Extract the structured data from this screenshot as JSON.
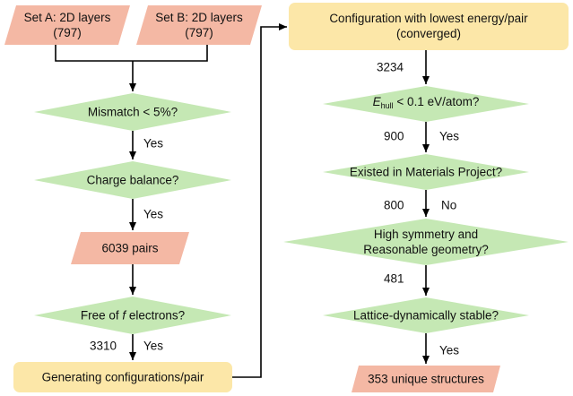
{
  "set_a": {
    "line1": "Set A: 2D layers",
    "line2": "(797)"
  },
  "set_b": {
    "line1": "Set B: 2D layers",
    "line2": "(797)"
  },
  "left": {
    "mismatch": "Mismatch < 5%?",
    "charge": "Charge balance?",
    "pairs": "6039 pairs",
    "free_prefix": "Free of ",
    "free_f": "f",
    "free_suffix": " electrons?",
    "generating": "Generating configurations/pair",
    "yes1": "Yes",
    "yes2": "Yes",
    "yes3": "Yes",
    "count_3310": "3310"
  },
  "right": {
    "config_line1": "Configuration with lowest energy/pair",
    "config_line2": "(converged)",
    "ehull_E": "E",
    "ehull_sub": "hull",
    "ehull_rest": " < 0.1 eV/atom?",
    "existed": "Existed in Materials Project?",
    "symmetry_line1": "High symmetry and",
    "symmetry_line2": "Reasonable geometry?",
    "lattice": "Lattice-dynamically stable?",
    "unique": "353 unique structures",
    "count_3234": "3234",
    "count_900": "900",
    "count_800": "800",
    "count_481": "481",
    "yes_a": "Yes",
    "no_a": "No",
    "yes_b": "Yes"
  },
  "colors": {
    "parallelogram": "#f4b8a4",
    "diamond": "#c5e8b4",
    "rounded_box": "#fce7a8",
    "connector": "#000000"
  }
}
